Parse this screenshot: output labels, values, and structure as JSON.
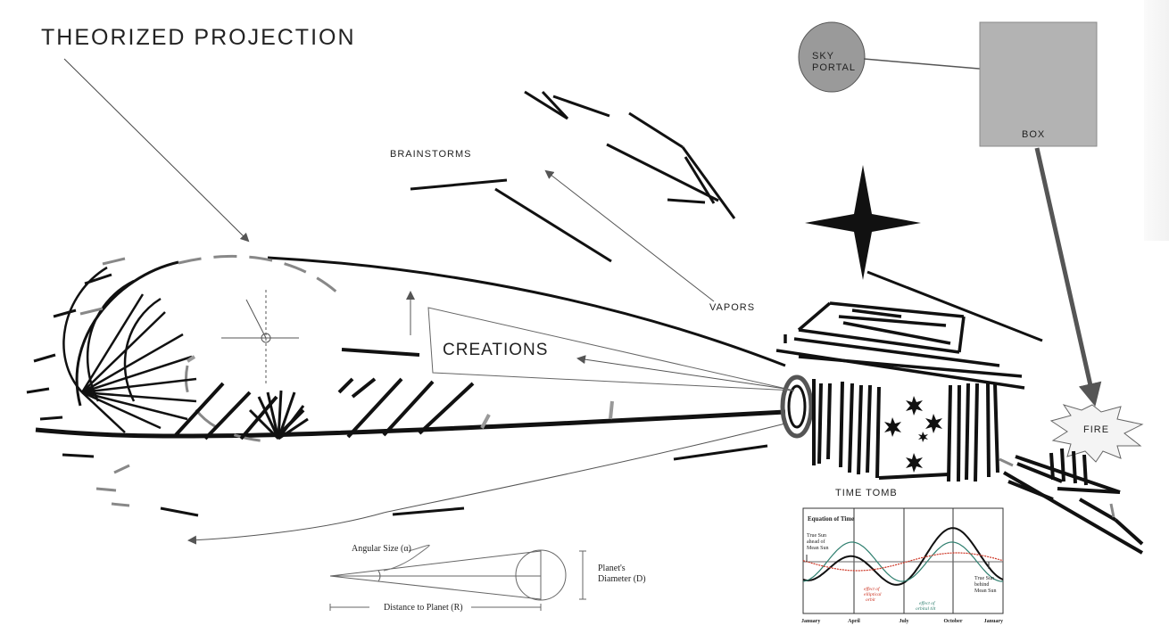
{
  "labels": {
    "title": "THEORIZED PROJECTION",
    "brainstorms": "BRAINSTORMS",
    "vapors": "VAPORS",
    "creations": "CREATIONS",
    "sky_portal_line1": "SKY",
    "sky_portal_line2": "PORTAL",
    "box": "BOX",
    "fire": "FIRE",
    "time_tomb": "TIME TOMB"
  },
  "angular_diagram": {
    "angular_size": "Angular Size (α)",
    "planet_diameter_line1": "Planet's",
    "planet_diameter_line2": "Diameter (D)",
    "distance": "Distance to Planet (R)"
  },
  "equation_of_time": {
    "title": "Equation of Time",
    "ahead_line1": "True Sun",
    "ahead_line2": "ahead of",
    "ahead_line3": "Mean Sun",
    "behind_line1": "True Sun",
    "behind_line2": "behind",
    "behind_line3": "Mean Sun",
    "elliptic_line1": "effect of",
    "elliptic_line2": "elliptical",
    "elliptic_line3": "orbit",
    "tilt_line1": "effect of",
    "tilt_line2": "orbital tilt",
    "months": [
      "January",
      "April",
      "July",
      "October",
      "January"
    ]
  },
  "colors": {
    "ink": "#111111",
    "sky_portal_fill": "#9a9a9a",
    "box_fill": "#b3b3b3",
    "elliptic_curve": "#cc3322",
    "tilt_curve": "#2f7f6f"
  }
}
